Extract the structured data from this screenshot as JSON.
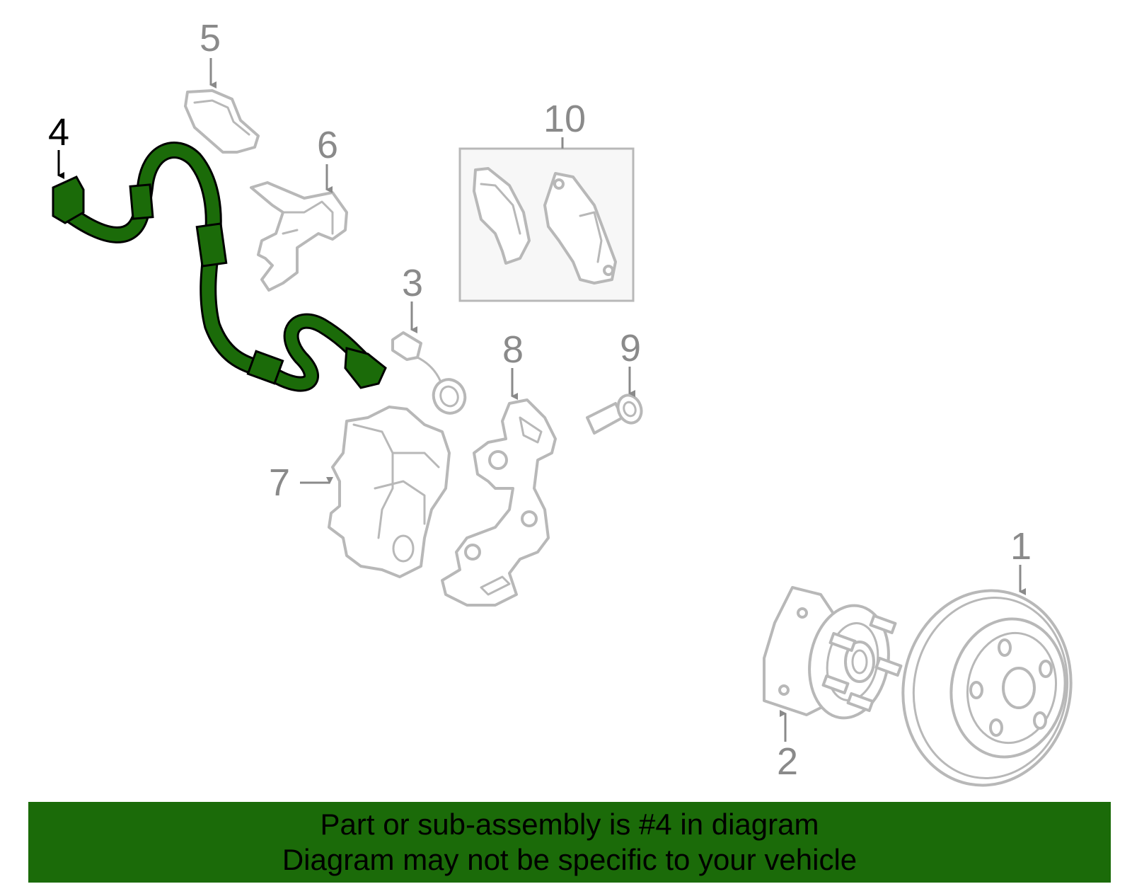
{
  "callouts": {
    "c1": "1",
    "c2": "2",
    "c3": "3",
    "c4": "4",
    "c5": "5",
    "c6": "6",
    "c7": "7",
    "c8": "8",
    "c9": "9",
    "c10": "10"
  },
  "highlight": {
    "part_number": "4",
    "color": "#1b6b09"
  },
  "banner": {
    "line1": "Part or sub-assembly is #4 in diagram",
    "line2": "Diagram may not be specific to your vehicle",
    "background": "#1b6b09"
  },
  "colors": {
    "outline": "#b8b8b8",
    "label": "#8a8a8a"
  }
}
